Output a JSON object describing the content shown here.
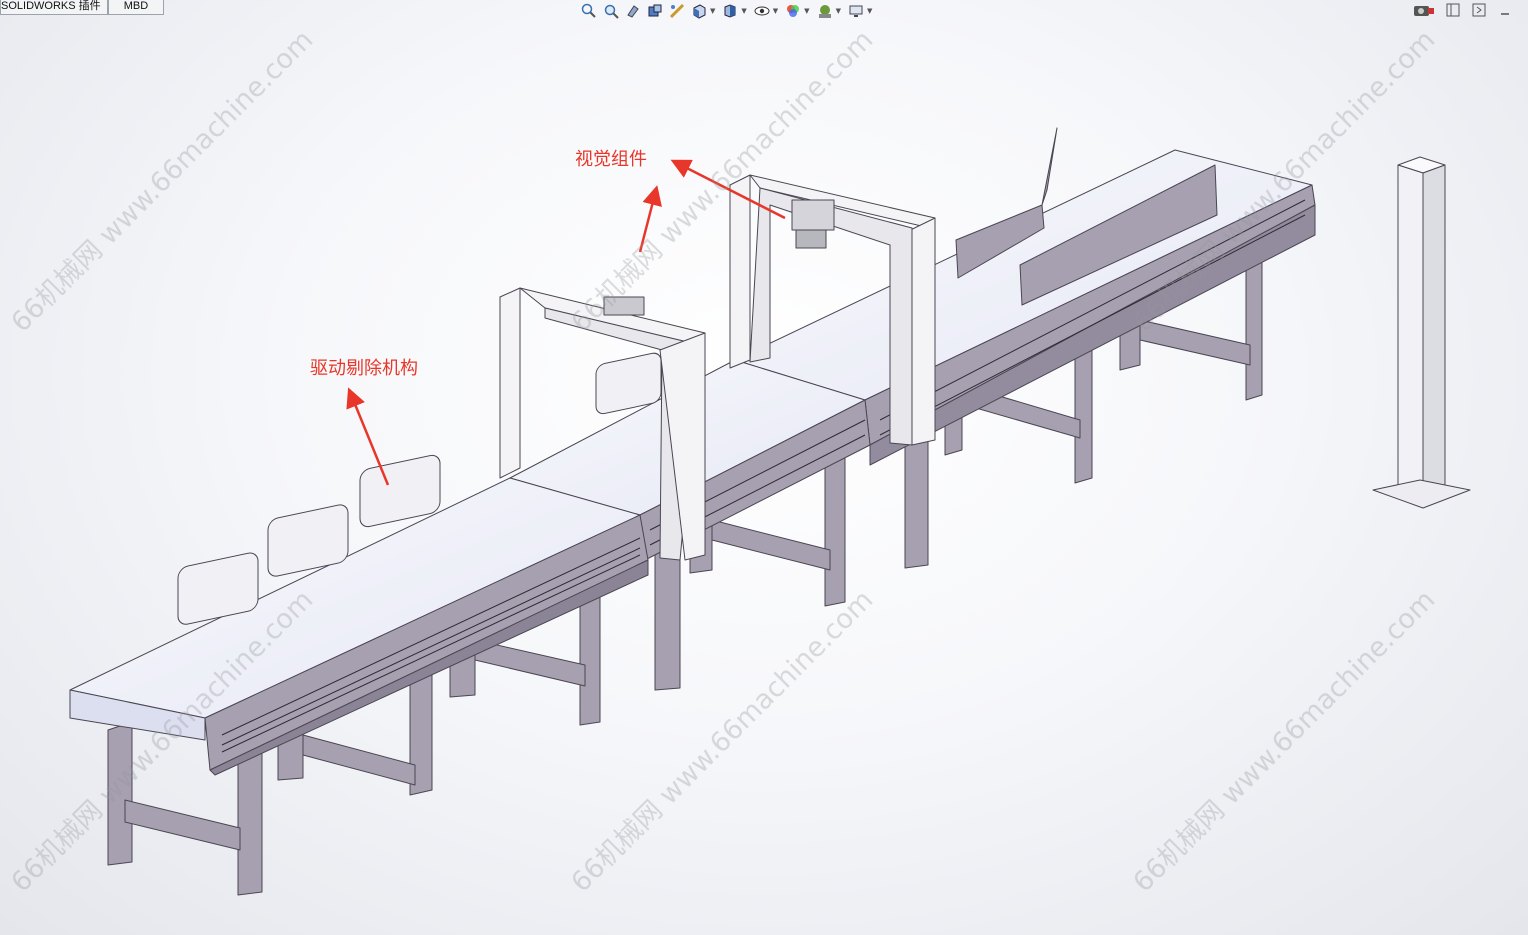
{
  "tabs": [
    {
      "label": "SOLIDWORKS 插件"
    },
    {
      "label": "MBD"
    }
  ],
  "toolbar_icons": [
    "zoom-to-fit-icon",
    "zoom-to-area-icon",
    "previous-view-icon",
    "section-view-icon",
    "dynamic-annotation-icon",
    "view-orientation-icon",
    "display-style-icon",
    "hide-show-items-icon",
    "edit-appearance-icon",
    "apply-scene-icon",
    "view-settings-icon"
  ],
  "corner_icons": [
    "camera-icon",
    "restore-window-icon",
    "tile-window-icon",
    "minimize-icon"
  ],
  "callouts": {
    "vision": "视觉组件",
    "reject": "驱动剔除机构"
  },
  "watermark": "66机械网 www.66machine.com",
  "colors": {
    "accent_red": "#e8372a",
    "frame": "#a7a0b0",
    "belt": "#eef0f8"
  }
}
